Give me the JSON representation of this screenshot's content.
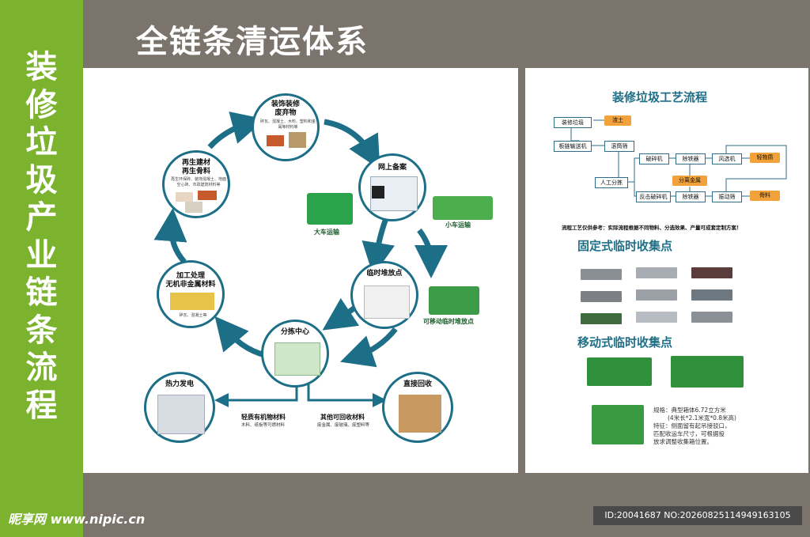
{
  "sidebar_title": "装修垃圾产业链条流程",
  "main_title": "全链条清运体系",
  "cycle": {
    "n1": {
      "title1": "装饰装修",
      "title2": "废弃物",
      "note": "碎瓦、混凝土、木料、塑料和金属等材料等"
    },
    "n2": {
      "title": "网上备案"
    },
    "n3": {
      "title": "临时堆放点"
    },
    "n4": {
      "title": "分拣中心"
    },
    "n5": {
      "title1": "加工处理",
      "title2": "无机非金属材料",
      "note": "碎瓦、混凝土等"
    },
    "n6": {
      "title1": "再生建材",
      "title2": "再生骨料",
      "note": "再生环保砖、装饰混凝土、地面空心砖、市政建筑材料等"
    },
    "n7": {
      "title": "热力发电"
    },
    "n8": {
      "title": "直接回收"
    },
    "label_big_truck": "大车运输",
    "label_small_truck": "小车运输",
    "label_mobile": "可移动临时堆放点",
    "light_organic": {
      "title": "轻质有机物材料",
      "note": "木料、纸板等可燃材料"
    },
    "other_recycle": {
      "title": "其他可回收材料",
      "note": "废金属、废玻璃、废塑料等"
    }
  },
  "process": {
    "title": "装修垃圾工艺流程",
    "boxes": {
      "b_input": "装修垃圾",
      "b_residue": "渣土",
      "b_conveyor": "板链输送机",
      "b_screen1": "滚筒筛",
      "b_manual": "人工分拣",
      "b_crusher": "破碎机",
      "b_iron1": "除铁器",
      "b_separator": "风选机",
      "b_light": "轻物质",
      "b_metal": "分离金属",
      "b_impact": "反击破碎机",
      "b_iron2": "除铁器",
      "b_vib": "振动筛",
      "b_agg": "骨料"
    },
    "note": "流程工艺仅供参考：实际流程根据不同物料、分选效果、产量可成套定制方案！"
  },
  "fixed_title": "固定式临时收集点",
  "mobile_title": "移动式临时收集点",
  "spec": {
    "line1": "规格：典型箱体6.72立方米",
    "line2": "(4米长*2.1米宽*0.8米高)",
    "line3": "特征：侧面留有起吊接驳口，",
    "line4": "匹配收运车尺寸，可根据投",
    "line5": "放求调整收集箱位置。"
  },
  "watermark": "昵享网 www.nipic.cn",
  "id_text": "ID:20041687 NO:20260825114949163105",
  "colors": {
    "green": "#7bb32e",
    "teal": "#1d6e87",
    "orange": "#f2a23a",
    "gray": "#7a746d"
  }
}
